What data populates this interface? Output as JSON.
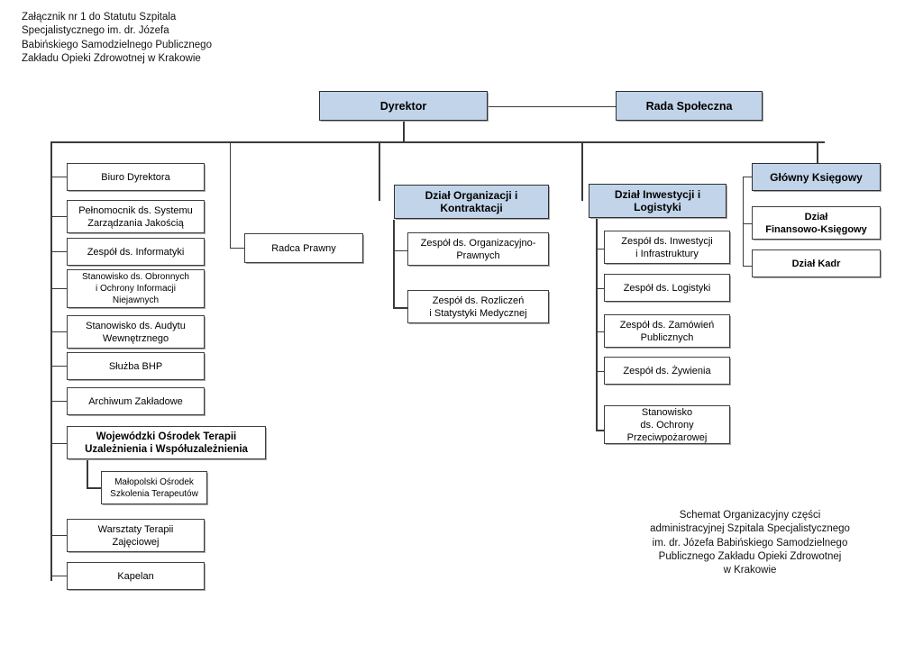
{
  "document": {
    "header_note": "Załącznik nr 1 do Statutu Szpitala\nSpecjalistycznego im. dr. Józefa\nBabińskiego Samodzielnego Publicznego\nZakładu Opieki Zdrowotnej w Krakowie",
    "footer_caption": "Schemat Organizacyjny części\nadministracyjnej Szpitala Specjalistycznego\nim. dr. Józefa Babińskiego Samodzielnego\nPublicznego Zakładu Opieki Zdrowotnej\nw Krakowie"
  },
  "colors": {
    "highlight_fill": "#c2d4ea",
    "box_fill": "#ffffff",
    "border": "#3f3f3f",
    "line": "#3a3a3a",
    "shadow": "#a6a6a6"
  },
  "chart_data": {
    "type": "diagram",
    "title": "Schemat Organizacyjny części administracyjnej Szpitala Specjalistycznego im. dr. Józefa Babińskiego SP ZOZ w Krakowie",
    "nodes": [
      {
        "id": "dyrektor",
        "label": "Dyrektor",
        "level": 0,
        "style": "highlight"
      },
      {
        "id": "rada_spoleczna",
        "label": "Rada Społeczna",
        "level": 0,
        "style": "highlight"
      },
      {
        "id": "biuro_dyrektora",
        "label": "Biuro Dyrektora",
        "level": 1,
        "parent": "dyrektor"
      },
      {
        "id": "pelnomocnik_jakosc",
        "label": "Pełnomocnik ds. Systemu\nZarządzania Jakością",
        "level": 1,
        "parent": "dyrektor"
      },
      {
        "id": "zespol_informatyki",
        "label": "Zespół ds. Informatyki",
        "level": 1,
        "parent": "dyrektor"
      },
      {
        "id": "stanowisko_obronne",
        "label": "Stanowisko ds. Obronnych\ni Ochrony Informacji\nNiejawnych",
        "level": 1,
        "parent": "dyrektor"
      },
      {
        "id": "stanowisko_audyt",
        "label": "Stanowisko ds. Audytu\nWewnętrznego",
        "level": 1,
        "parent": "dyrektor"
      },
      {
        "id": "sluzba_bhp",
        "label": "Służba BHP",
        "level": 1,
        "parent": "dyrektor"
      },
      {
        "id": "archiwum",
        "label": "Archiwum Zakładowe",
        "level": 1,
        "parent": "dyrektor"
      },
      {
        "id": "wotuiw",
        "label": "Wojewódzki Ośrodek Terapii\nUzależnienia i Współuzależnienia",
        "level": 1,
        "parent": "dyrektor",
        "style": "bold"
      },
      {
        "id": "most",
        "label": "Małopolski Ośrodek\nSzkolenia Terapeutów",
        "level": 2,
        "parent": "wotuiw"
      },
      {
        "id": "warsztaty",
        "label": "Warsztaty Terapii\nZajęciowej",
        "level": 1,
        "parent": "dyrektor"
      },
      {
        "id": "kapelan",
        "label": "Kapelan",
        "level": 1,
        "parent": "dyrektor"
      },
      {
        "id": "radca_prawny",
        "label": "Radca Prawny",
        "level": 1,
        "parent": "dyrektor"
      },
      {
        "id": "dzial_organizacji",
        "label": "Dział Organizacji i\nKontraktacji",
        "level": 1,
        "parent": "dyrektor",
        "style": "highlight"
      },
      {
        "id": "zespol_org_prawny",
        "label": "Zespół ds. Organizacyjno-\nPrawnych",
        "level": 2,
        "parent": "dzial_organizacji"
      },
      {
        "id": "zespol_rozliczen",
        "label": "Zespół ds. Rozliczeń\ni Statystyki Medycznej",
        "level": 2,
        "parent": "dzial_organizacji"
      },
      {
        "id": "dzial_inwestycji",
        "label": "Dział Inwestycji i\nLogistyki",
        "level": 1,
        "parent": "dyrektor",
        "style": "highlight"
      },
      {
        "id": "zespol_inwestycji",
        "label": "Zespół ds. Inwestycji\ni Infrastruktury",
        "level": 2,
        "parent": "dzial_inwestycji"
      },
      {
        "id": "zespol_logistyki",
        "label": "Zespół ds. Logistyki",
        "level": 2,
        "parent": "dzial_inwestycji"
      },
      {
        "id": "zespol_zamowien",
        "label": "Zespół ds. Zamówień\nPublicznych",
        "level": 2,
        "parent": "dzial_inwestycji"
      },
      {
        "id": "zespol_zywienia",
        "label": "Zespół ds. Żywienia",
        "level": 2,
        "parent": "dzial_inwestycji"
      },
      {
        "id": "stanowisko_ppoz",
        "label": "Stanowisko\nds. Ochrony\nPrzeciwpożarowej",
        "level": 2,
        "parent": "dzial_inwestycji"
      },
      {
        "id": "glowny_ksiegowy",
        "label": "Główny Księgowy",
        "level": 1,
        "parent": "dyrektor",
        "style": "highlight"
      },
      {
        "id": "dzial_finansowo",
        "label": "Dział\nFinansowo-Księgowy",
        "level": 2,
        "parent": "glowny_ksiegowy",
        "style": "bold"
      },
      {
        "id": "dzial_kadr",
        "label": "Dział Kadr",
        "level": 2,
        "parent": "glowny_ksiegowy",
        "style": "bold"
      }
    ],
    "edges": [
      {
        "from": "dyrektor",
        "to": "rada_spoleczna",
        "kind": "lateral"
      },
      {
        "from": "dyrektor",
        "to": "biuro_dyrektora"
      },
      {
        "from": "dyrektor",
        "to": "pelnomocnik_jakosc"
      },
      {
        "from": "dyrektor",
        "to": "zespol_informatyki"
      },
      {
        "from": "dyrektor",
        "to": "stanowisko_obronne"
      },
      {
        "from": "dyrektor",
        "to": "stanowisko_audyt"
      },
      {
        "from": "dyrektor",
        "to": "sluzba_bhp"
      },
      {
        "from": "dyrektor",
        "to": "archiwum"
      },
      {
        "from": "dyrektor",
        "to": "wotuiw"
      },
      {
        "from": "wotuiw",
        "to": "most"
      },
      {
        "from": "dyrektor",
        "to": "warsztaty"
      },
      {
        "from": "dyrektor",
        "to": "kapelan"
      },
      {
        "from": "dyrektor",
        "to": "radca_prawny"
      },
      {
        "from": "dyrektor",
        "to": "dzial_organizacji"
      },
      {
        "from": "dzial_organizacji",
        "to": "zespol_org_prawny"
      },
      {
        "from": "dzial_organizacji",
        "to": "zespol_rozliczen"
      },
      {
        "from": "dyrektor",
        "to": "dzial_inwestycji"
      },
      {
        "from": "dzial_inwestycji",
        "to": "zespol_inwestycji"
      },
      {
        "from": "dzial_inwestycji",
        "to": "zespol_logistyki"
      },
      {
        "from": "dzial_inwestycji",
        "to": "zespol_zamowien"
      },
      {
        "from": "dzial_inwestycji",
        "to": "zespol_zywienia"
      },
      {
        "from": "dzial_inwestycji",
        "to": "stanowisko_ppoz"
      },
      {
        "from": "dyrektor",
        "to": "glowny_ksiegowy"
      },
      {
        "from": "glowny_ksiegowy",
        "to": "dzial_finansowo"
      },
      {
        "from": "glowny_ksiegowy",
        "to": "dzial_kadr"
      }
    ]
  },
  "nodes": {
    "dyrektor": "Dyrektor",
    "rada_spoleczna": "Rada Społeczna",
    "biuro_dyrektora": "Biuro Dyrektora",
    "pelnomocnik_jakosc": "Pełnomocnik ds. Systemu\nZarządzania Jakością",
    "zespol_informatyki": "Zespół ds. Informatyki",
    "stanowisko_obronne": "Stanowisko ds. Obronnych\ni Ochrony Informacji\nNiejawnych",
    "stanowisko_audyt": "Stanowisko ds. Audytu\nWewnętrznego",
    "sluzba_bhp": "Służba BHP",
    "archiwum": "Archiwum Zakładowe",
    "wotuiw": "Wojewódzki Ośrodek Terapii\nUzależnienia i Współuzależnienia",
    "most": "Małopolski Ośrodek\nSzkolenia Terapeutów",
    "warsztaty": "Warsztaty Terapii\nZajęciowej",
    "kapelan": "Kapelan",
    "radca_prawny": "Radca Prawny",
    "dzial_organizacji": "Dział Organizacji i\nKontraktacji",
    "zespol_org_prawny": "Zespół ds. Organizacyjno-\nPrawnych",
    "zespol_rozliczen": "Zespół ds. Rozliczeń\ni Statystyki Medycznej",
    "dzial_inwestycji": "Dział Inwestycji i\nLogistyki",
    "zespol_inwestycji": "Zespół ds. Inwestycji\ni Infrastruktury",
    "zespol_logistyki": "Zespół ds. Logistyki",
    "zespol_zamowien": "Zespół ds. Zamówień\nPublicznych",
    "zespol_zywienia": "Zespół ds. Żywienia",
    "stanowisko_ppoz": "Stanowisko\nds. Ochrony\nPrzeciwpożarowej",
    "glowny_ksiegowy": "Główny Księgowy",
    "dzial_finansowo": "Dział\nFinansowo-Księgowy",
    "dzial_kadr": "Dział Kadr"
  }
}
